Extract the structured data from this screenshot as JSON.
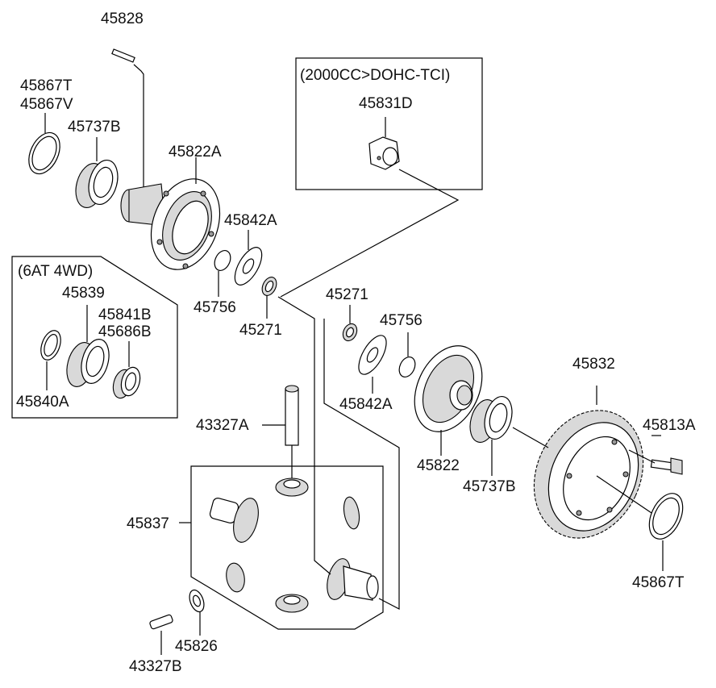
{
  "groups": {
    "dohc": "(2000CC>DOHC-TCI)",
    "awd": "(6AT 4WD)"
  },
  "labels": {
    "p45828": "45828",
    "p45867T_top": "45867T",
    "p45867V": "45867V",
    "p45737B_top": "45737B",
    "p45822A": "45822A",
    "p45842A_top": "45842A",
    "p45756_top": "45756",
    "p45271_top": "45271",
    "p45831D": "45831D",
    "p45839": "45839",
    "p45841B": "45841B",
    "p45686B": "45686B",
    "p45840A": "45840A",
    "p45271_mid": "45271",
    "p45756_mid": "45756",
    "p45842A_mid": "45842A",
    "p45832": "45832",
    "p45813A": "45813A",
    "p45822": "45822",
    "p45737B_mid": "45737B",
    "p43327A": "43327A",
    "p45837": "45837",
    "p45867T_bot": "45867T",
    "p45826": "45826",
    "p43327B": "43327B"
  }
}
